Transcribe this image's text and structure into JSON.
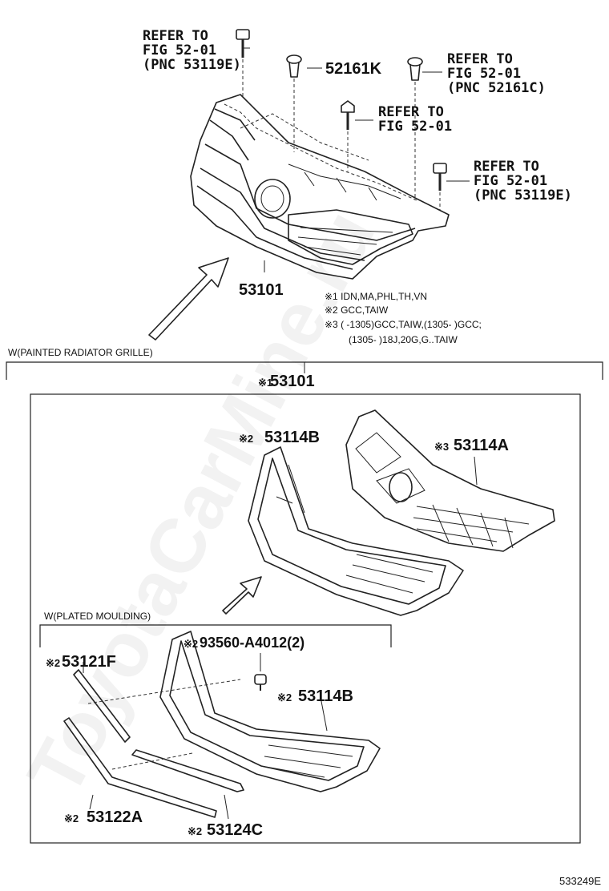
{
  "watermark": "ToyotaCarMine.ru",
  "upper": {
    "refs": [
      {
        "lines": [
          "REFER TO",
          "FIG 52-01",
          "(PNC 53119E)"
        ]
      },
      {
        "lines": [
          "REFER TO",
          "FIG 52-01",
          "(PNC 52161C)"
        ]
      },
      {
        "lines": [
          "REFER TO",
          "FIG 52-01"
        ]
      },
      {
        "lines": [
          "REFER TO",
          "FIG 52-01",
          "(PNC 53119E)"
        ]
      }
    ],
    "clip_part": "52161K",
    "grille_part": "53101",
    "notes": [
      "※1 IDN,MA,PHL,TH,VN",
      "※2 GCC,TAIW",
      "※3 (        -1305)GCC,TAIW,(1305-        )GCC;",
      "(1305-        )18J,20G,G..TAIW"
    ]
  },
  "painted_section": {
    "title": "W(PAINTED RADIATOR GRILLE)",
    "assembly": {
      "mark": "※1",
      "part": "53101"
    },
    "items": [
      {
        "mark": "※2",
        "part": "53114B"
      },
      {
        "mark": "※3",
        "part": "53114A"
      }
    ]
  },
  "plated_section": {
    "title": "W(PLATED MOULDING)",
    "items": [
      {
        "mark": "※2",
        "part": "53121F"
      },
      {
        "mark": "※2",
        "part": "93560-A4012(2)"
      },
      {
        "mark": "※2",
        "part": "53114B"
      },
      {
        "mark": "※2",
        "part": "53122A"
      },
      {
        "mark": "※2",
        "part": "53124C"
      }
    ]
  },
  "figure_id": "533249E"
}
